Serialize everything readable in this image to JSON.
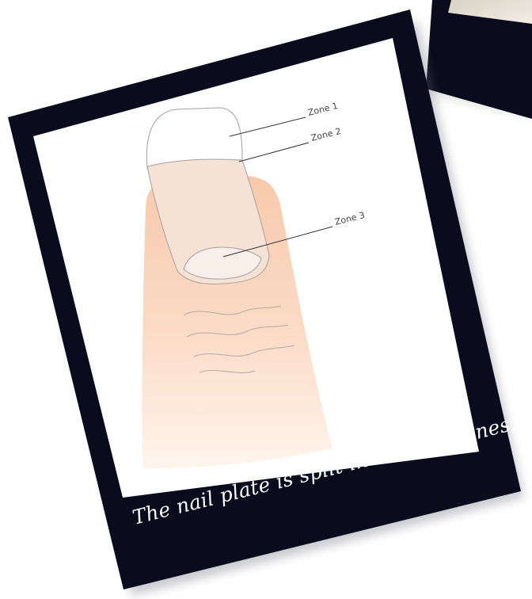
{
  "labels": {
    "zone1": "Zone 1",
    "zone2": "Zone 2",
    "zone3": "Zone 3"
  },
  "caption": "The nail plate is split into three zones.",
  "colors": {
    "frame": "#0a0b1d",
    "photo_bg": "#ffffff",
    "skin_top": "#f7c9ac",
    "skin_bottom": "#fff3ea",
    "nail_plate": "#f4e2d5",
    "free_edge": "#ffffff",
    "lunula": "#f9eee8",
    "outline": "#a79e9e",
    "leader_line": "#333333",
    "caption_text": "#ffffff",
    "back_photo": "#e9e3d7"
  }
}
